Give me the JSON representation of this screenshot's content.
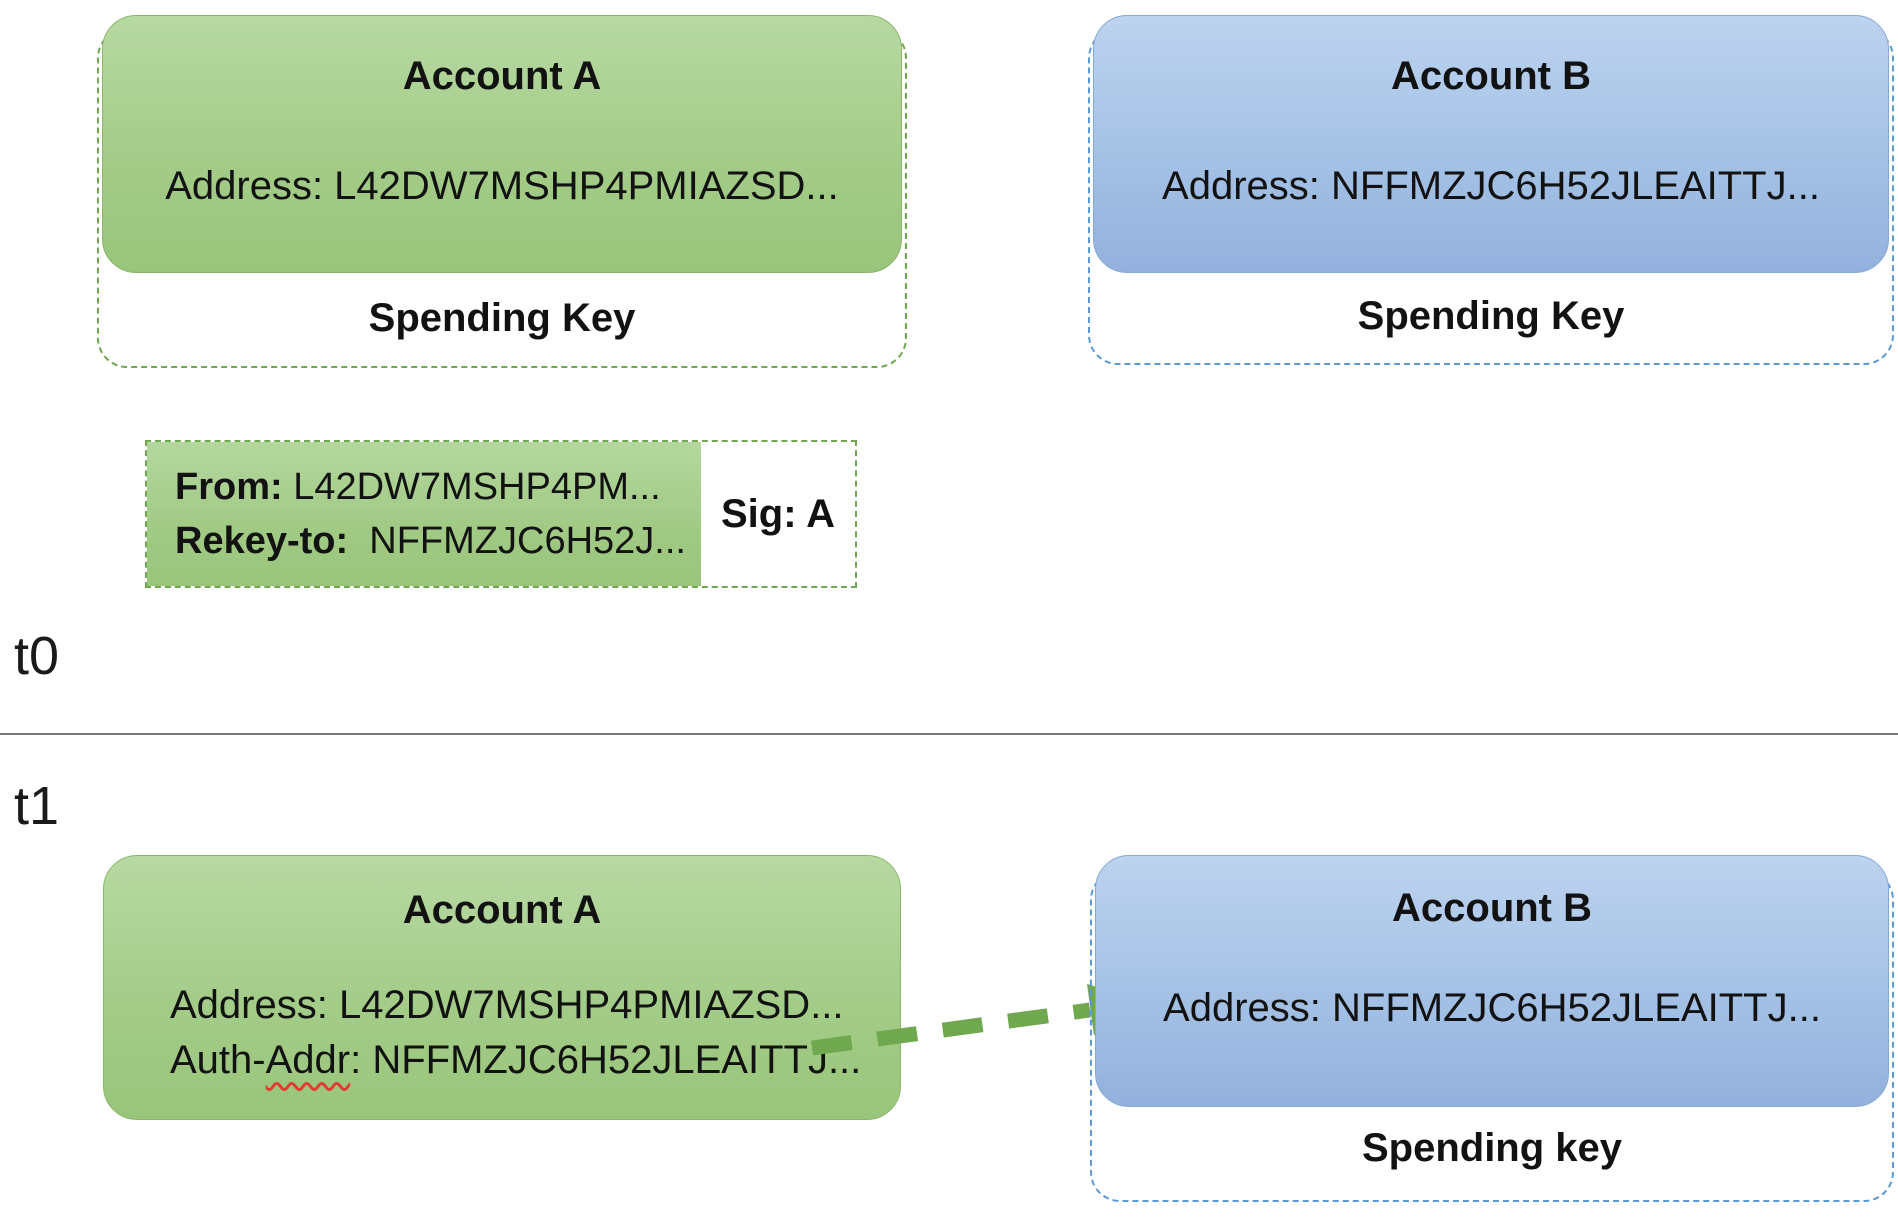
{
  "t0": {
    "label": "t0",
    "account_a": {
      "title": "Account A",
      "address": "Address: L42DW7MSHP4PMIAZSD...",
      "spending_key": "Spending Key"
    },
    "account_b": {
      "title": "Account B",
      "address": "Address: NFFMZJC6H52JLEAITTJ...",
      "spending_key": "Spending Key"
    },
    "transaction": {
      "from_label": "From:",
      "from_value": " L42DW7MSHP4PM...",
      "rekey_label": "Rekey-to:",
      "rekey_value": "  NFFMZJC6H52J...",
      "sig": "Sig: A"
    }
  },
  "t1": {
    "label": "t1",
    "account_a": {
      "title": "Account A",
      "address": "Address: L42DW7MSHP4PMIAZSD...",
      "auth_prefix": "Auth-",
      "auth_misspelled": "Addr",
      "auth_rest": ": NFFMZJC6H52JLEAITTJ..."
    },
    "account_b": {
      "title": "Account B",
      "address": "Address: NFFMZJC6H52JLEAITTJ...",
      "spending_key": "Spending key"
    }
  },
  "colors": {
    "account_green_fill": "#a4cc89",
    "account_blue_fill": "#a6c3e6",
    "dashed_green_border": "#6fa84f",
    "dashed_blue_border": "#5b9bd5",
    "arrow_green": "#6fa84f",
    "divider_gray": "#7a7a7a",
    "squiggle_red": "#e03c31",
    "text_black": "#121212"
  }
}
